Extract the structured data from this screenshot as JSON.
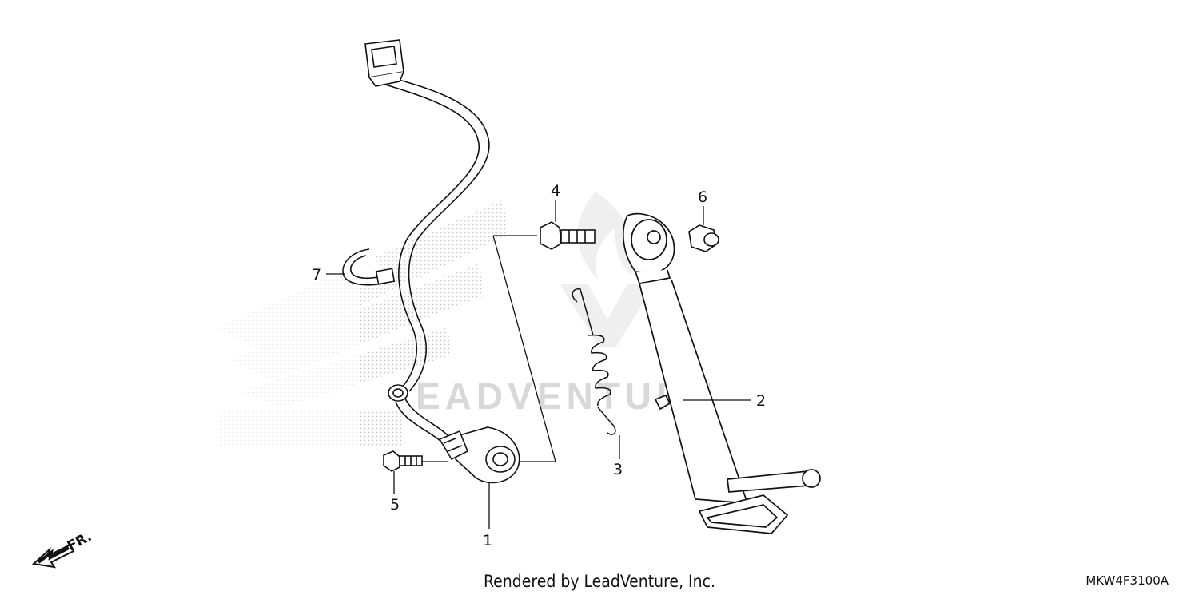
{
  "diagram": {
    "parts": [
      {
        "number": "1",
        "name": "side-stand-switch"
      },
      {
        "number": "2",
        "name": "side-stand"
      },
      {
        "number": "3",
        "name": "side-stand-spring"
      },
      {
        "number": "4",
        "name": "pivot-bolt"
      },
      {
        "number": "5",
        "name": "switch-bolt"
      },
      {
        "number": "6",
        "name": "lock-nut"
      },
      {
        "number": "7",
        "name": "harness-clip"
      }
    ],
    "front_indicator": "FR.",
    "watermark": "EADVENTURE",
    "footer": "Rendered by LeadVenture, Inc.",
    "diagram_code": "MKW4F3100A"
  }
}
